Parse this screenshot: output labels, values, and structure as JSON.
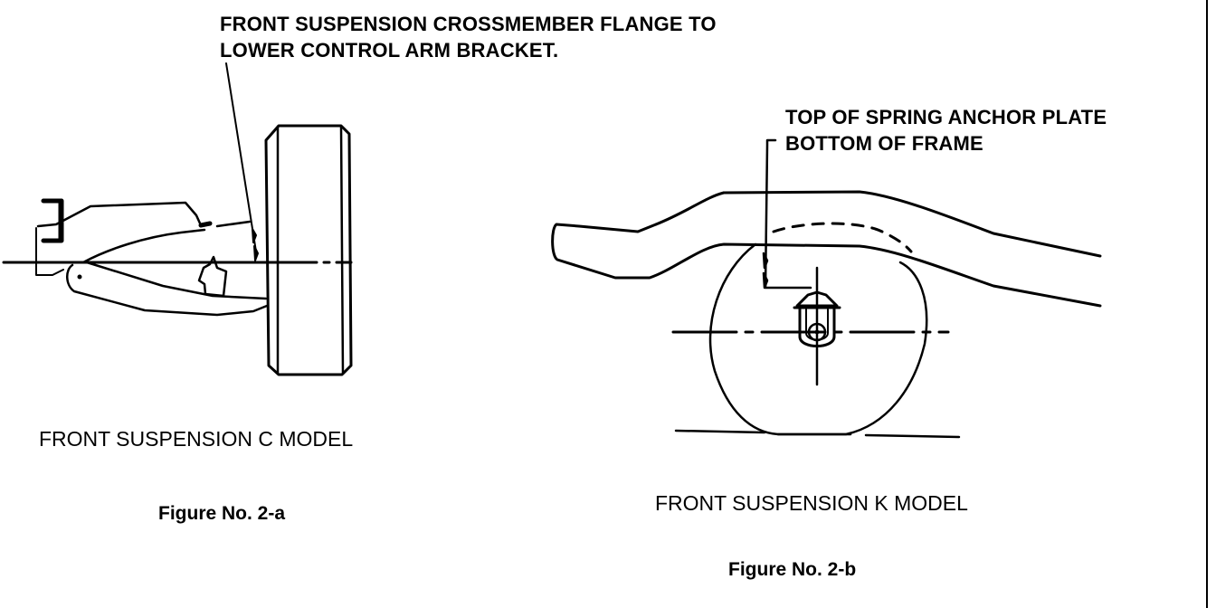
{
  "figure_a": {
    "callout_line1": "FRONT SUSPENSION CROSSMEMBER FLANGE TO",
    "callout_line2": "LOWER CONTROL ARM BRACKET.",
    "caption": "FRONT SUSPENSION C MODEL",
    "figure_number": "Figure No. 2-a"
  },
  "figure_b": {
    "callout_line1": "TOP OF SPRING ANCHOR PLATE",
    "callout_line2": "BOTTOM OF FRAME",
    "caption": "FRONT SUSPENSION K MODEL",
    "figure_number": "Figure No. 2-b"
  },
  "colors": {
    "ink": "#000000",
    "paper": "#ffffff"
  }
}
